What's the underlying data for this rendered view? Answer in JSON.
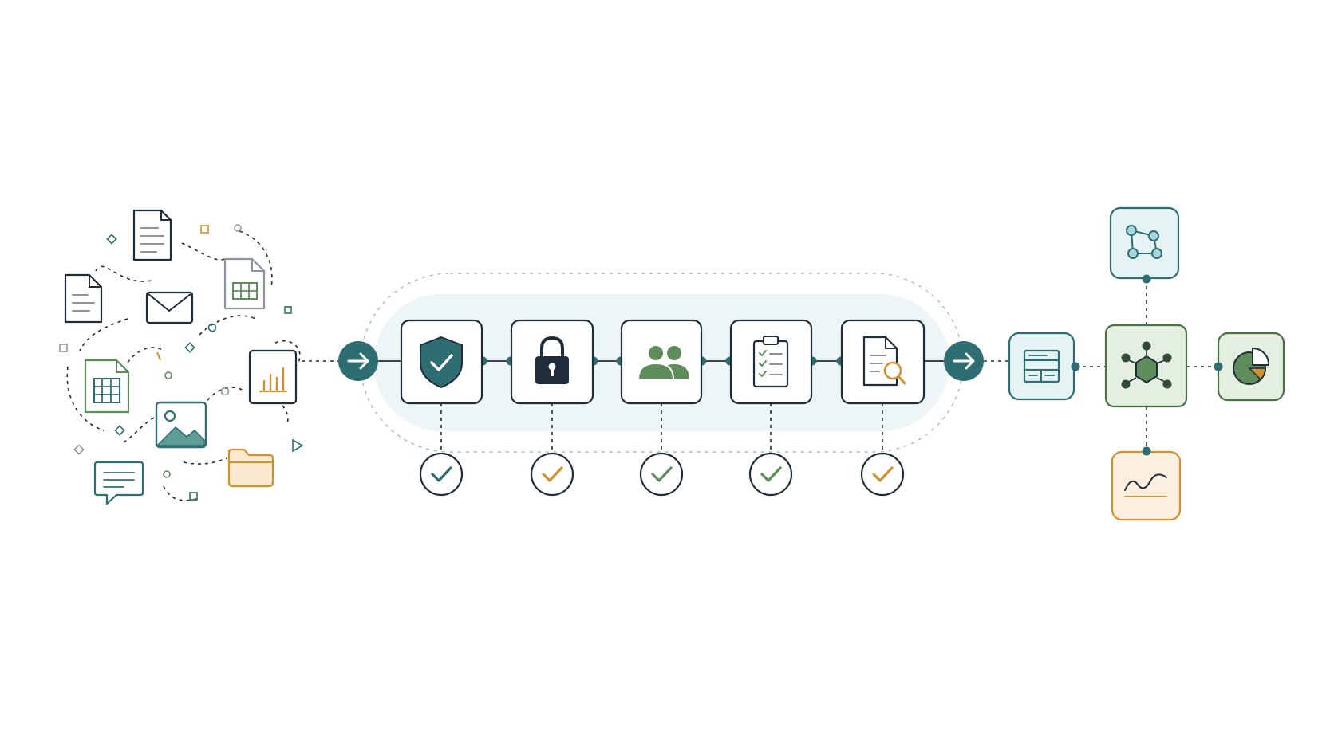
{
  "diagram": {
    "colors": {
      "teal_dark": "#2e6e73",
      "navy": "#1f2d3a",
      "green": "#5e8c5a",
      "green_dark": "#4a7047",
      "orange": "#cf922e",
      "teal_light_fill": "#e6f3f4",
      "green_light_fill": "#e5efe0",
      "orange_light_fill": "#fcefdf",
      "band_fill": "#eef5f6",
      "gray_line": "#8c959c"
    },
    "sources": {
      "icons": [
        "document-icon",
        "document-icon",
        "mail-icon",
        "spreadsheet-icon",
        "spreadsheet-icon",
        "bar-chart-icon",
        "image-icon",
        "chat-bubble-icon",
        "folder-icon"
      ]
    },
    "pipeline": {
      "entry_arrow": "arrow-right-icon",
      "exit_arrow": "arrow-right-icon",
      "steps": [
        {
          "icon": "shield-check-icon",
          "check_color": "#2e6e73"
        },
        {
          "icon": "lock-icon",
          "check_color": "#cf922e"
        },
        {
          "icon": "users-icon",
          "check_color": "#5e8c5a"
        },
        {
          "icon": "clipboard-checklist-icon",
          "check_color": "#5e8c5a"
        },
        {
          "icon": "document-search-icon",
          "check_color": "#cf922e"
        }
      ]
    },
    "outputs": {
      "hub": "network-hub-icon",
      "nodes": [
        {
          "position": "left",
          "icon": "table-layout-icon"
        },
        {
          "position": "top",
          "icon": "graph-nodes-icon"
        },
        {
          "position": "right",
          "icon": "pie-chart-icon"
        },
        {
          "position": "bottom",
          "icon": "line-trend-icon"
        }
      ]
    }
  }
}
